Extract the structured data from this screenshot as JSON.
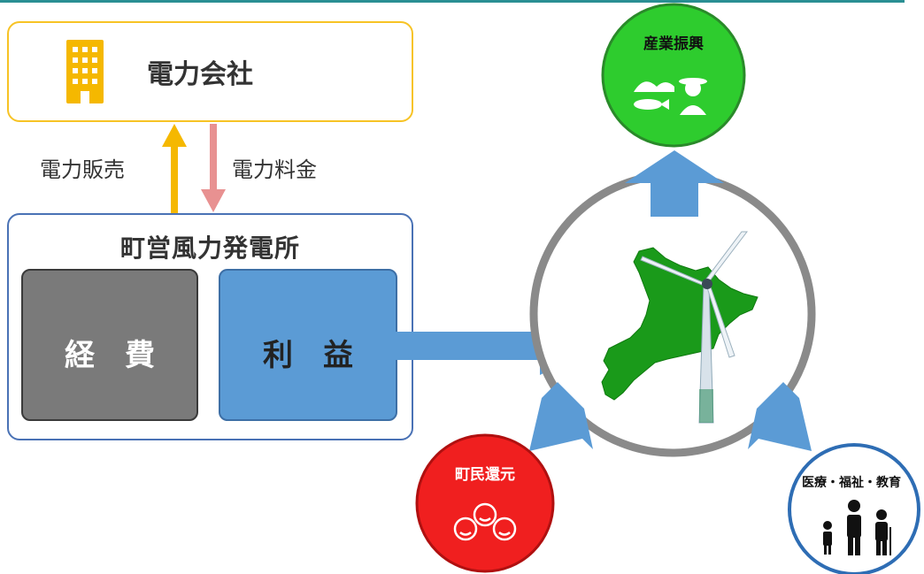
{
  "company": {
    "label": "電力会社"
  },
  "flows": {
    "sell_label": "電力販売",
    "fee_label": "電力料金"
  },
  "station": {
    "title": "町営風力発電所",
    "expense_label": "経　費",
    "profit_label": "利　益"
  },
  "benefits": {
    "industry_label": "産業振興",
    "residents_label": "町民還元",
    "welfare_label": "医療・福祉・教育"
  },
  "colors": {
    "accent_rule": "#2a8f93",
    "company_border": "#f7c325",
    "station_border": "#4a72b5",
    "expense_fill": "#7a7a7a",
    "profit_fill": "#5b9bd5",
    "arrow_blue": "#5b9bd5",
    "sell_arrow": "#f5b800",
    "fee_arrow": "#e89191",
    "industry_green": "#2ecc2e",
    "residents_red": "#f01f1f",
    "welfare_blue": "#2e6db4",
    "map_green": "#1a9a1a"
  }
}
